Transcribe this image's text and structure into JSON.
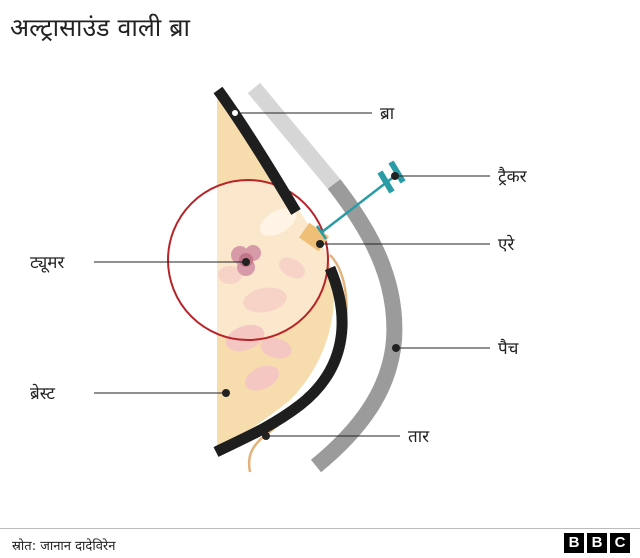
{
  "title": "अल्ट्रासाउंड वाली ब्रा",
  "labels": {
    "bra": "ब्रा",
    "tracker": "ट्रैकर",
    "array": "एरे",
    "tumor": "ट्यूमर",
    "patch": "पैच",
    "breast": "ब्रेस्ट",
    "wire": "तार"
  },
  "footer": {
    "source": "स्रोत: जानान दादेविरेन",
    "logo": [
      "B",
      "B",
      "C"
    ]
  },
  "colors": {
    "breast": "#f7dcae",
    "bra_band": "#1e1e1e",
    "patch": "#9b9b9b",
    "patch_light": "#d6d6d6",
    "tracker": "#2a9ca6",
    "circle": "#b82328",
    "wire": "#e3b27d",
    "tumor": "#c97f90"
  }
}
